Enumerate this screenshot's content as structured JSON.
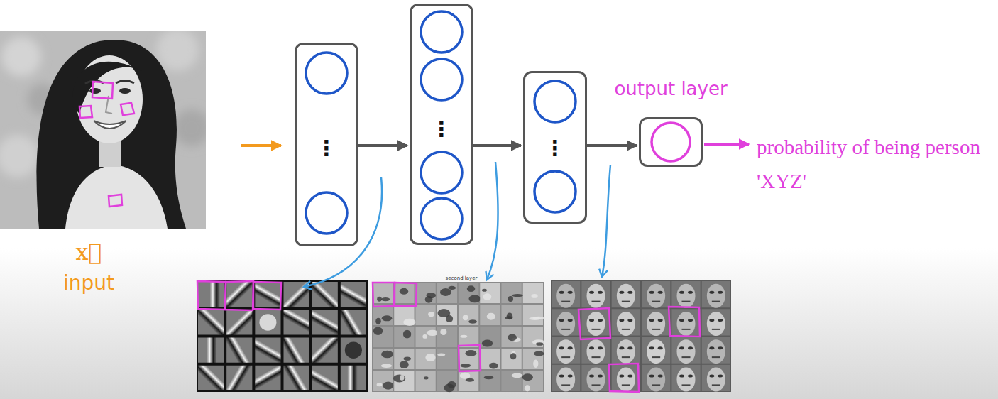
{
  "diagram": {
    "nodes": [
      {
        "text": [
          "⋮"
        ]
      },
      {
        "text": [
          "⋮"
        ]
      },
      {
        "text": [
          "⋮"
        ]
      },
      {
        "text": [
          "output layer"
        ]
      }
    ],
    "edges": [
      {
        "from": 0,
        "to": 1,
        "arrow": "to"
      },
      {
        "from": 1,
        "to": 2,
        "arrow": "to"
      },
      {
        "from": 2,
        "to": 3,
        "arrow": "to"
      }
    ],
    "labels": [
      "x⃗",
      "input",
      "probability of being person 'XYZ'",
      "second layer"
    ]
  }
}
